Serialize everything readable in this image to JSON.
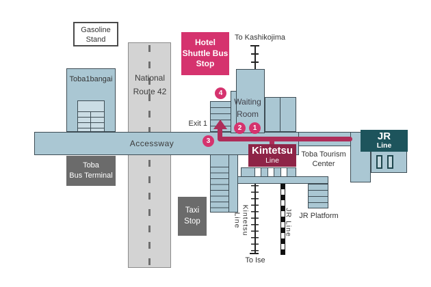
{
  "roads": {
    "route42": {
      "line1": "National",
      "line2": "Route 42"
    },
    "accessway": {
      "label": "Accessway"
    }
  },
  "places": {
    "gasoline_stand": {
      "line1": "Gasoline",
      "line2": "Stand"
    },
    "toba1bangai": {
      "label": "Toba1bangai"
    },
    "hotel_shuttle_bus_stop": {
      "line1": "Hotel",
      "line2": "Shuttle Bus",
      "line3": "Stop"
    },
    "toba_bus_terminal": {
      "line1": "Toba",
      "line2": "Bus Terminal"
    },
    "taxi_stop": {
      "line1": "Taxi",
      "line2": "Stop"
    },
    "waiting_room": {
      "line1": "Waiting",
      "line2": "Room"
    },
    "exit1": {
      "label": "Exit 1"
    },
    "toba_tourism_center": {
      "line1": "Toba Tourism",
      "line2": "Center"
    },
    "jr_platform": {
      "label": "JR Platform"
    }
  },
  "rail": {
    "kintetsu_box": {
      "line1": "Kintetsu",
      "line2": "Line"
    },
    "jr_box": {
      "line1": "JR",
      "line2": "Line"
    },
    "kintetsu_track_label": "Kintetsu Line",
    "jr_track_label": "JR Line",
    "to_kashikojima": "To Kashikojima",
    "to_ise": "To Ise"
  },
  "route_markers": [
    {
      "label": "1"
    },
    {
      "label": "2"
    },
    {
      "label": "3"
    },
    {
      "label": "4"
    }
  ],
  "colors": {
    "building_fill": "#aac7d3",
    "building_stroke": "#3c4b53",
    "road_fill": "#d3d3d3",
    "dark_box_gray": "#6b6b6b",
    "accent_pink": "#d5336e",
    "route_arrow": "#ae2d59",
    "kintetsu_maroon": "#8e2447",
    "jr_teal": "#1d545c"
  }
}
